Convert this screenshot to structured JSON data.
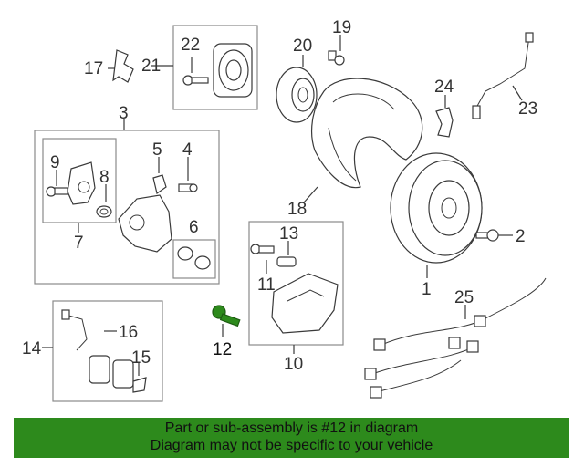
{
  "diagram": {
    "callouts": {
      "c1": "1",
      "c2": "2",
      "c3": "3",
      "c4": "4",
      "c5": "5",
      "c6": "6",
      "c7": "7",
      "c8": "8",
      "c9": "9",
      "c10": "10",
      "c11": "11",
      "c12": "12",
      "c13": "13",
      "c14": "14",
      "c15": "15",
      "c16": "16",
      "c17": "17",
      "c18": "18",
      "c19": "19",
      "c20": "20",
      "c21": "21",
      "c22": "22",
      "c23": "23",
      "c24": "24",
      "c25": "25"
    },
    "highlight_color": "#2d8a1c"
  },
  "banner": {
    "line1": "Part or sub-assembly is #12 in diagram",
    "line2": "Diagram may not be specific to your vehicle",
    "background": "#2d8a1c"
  }
}
